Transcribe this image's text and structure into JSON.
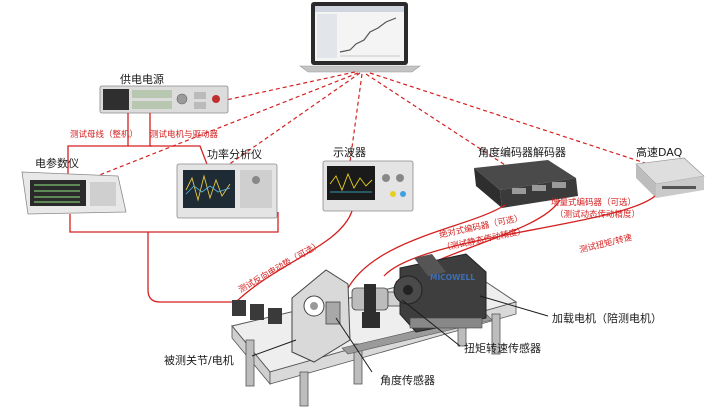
{
  "devices": {
    "power_supply": "供电电源",
    "power_meter": "电参数仪",
    "power_analyzer": "功率分析仪",
    "oscilloscope": "示波器",
    "encoder_decoder": "角度编码器解码器",
    "daq": "高速DAQ"
  },
  "rig": {
    "load_motor": "加载电机（陪测电机）",
    "joint_under_test": "被测关节/电机",
    "torque_sensor": "扭矩转速传感器",
    "angle_sensor": "角度传感器",
    "brand": "MICOWELL"
  },
  "connections": {
    "bus_test": "测试母线（整机）",
    "motor_driver_test": "测试电机与驱动器",
    "back_emf_test": "测试反向电动势（可选）",
    "abs_encoder_1": "绝对式编码器（可选）",
    "abs_encoder_2": "（测试静态传动精度）",
    "inc_encoder_1": "增量式编码器（可选）",
    "inc_encoder_2": "（测试动态传动精度）",
    "torque_speed_test": "测试扭矩/转速"
  },
  "colors": {
    "line_red": "#d42020",
    "line_dark": "#1a1a1a"
  }
}
